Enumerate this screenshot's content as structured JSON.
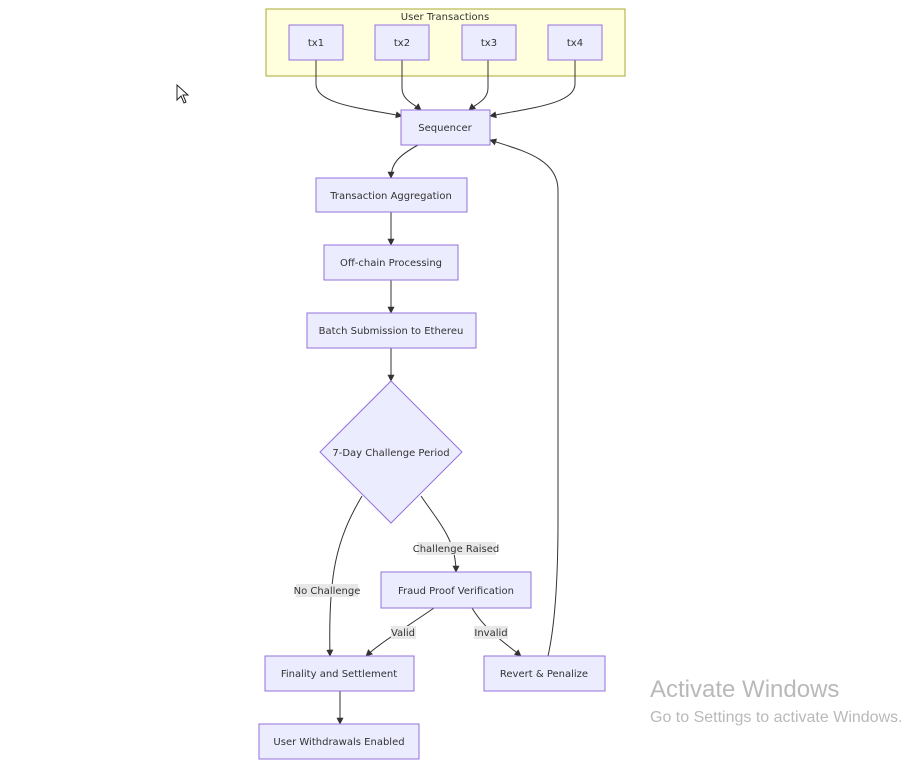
{
  "cluster": {
    "title": "User Transactions"
  },
  "nodes": {
    "tx1": "tx1",
    "tx2": "tx2",
    "tx3": "tx3",
    "tx4": "tx4",
    "sequencer": "Sequencer",
    "aggregation": "Transaction Aggregation",
    "offchain": "Off-chain Processing",
    "batch": "Batch Submission to Ethereu",
    "challenge_period": "7-Day Challenge Period",
    "fraud_proof": "Fraud Proof Verification",
    "finality": "Finality and Settlement",
    "revert": "Revert & Penalize",
    "withdrawals": "User Withdrawals Enabled"
  },
  "edge_labels": {
    "challenge_raised": "Challenge Raised",
    "no_challenge": "No Challenge",
    "valid": "Valid",
    "invalid": "Invalid"
  },
  "colors": {
    "node_fill": "#ECECFF",
    "node_stroke": "#9370DB",
    "cluster_fill": "#ffffde",
    "cluster_stroke": "#aaaa33",
    "edge": "#333333",
    "label_bg": "#e8e8e8"
  },
  "watermark": {
    "title": "Activate Windows",
    "subtitle": "Go to Settings to activate Windows."
  },
  "cursor": {
    "icon": "mouse-pointer-icon"
  }
}
